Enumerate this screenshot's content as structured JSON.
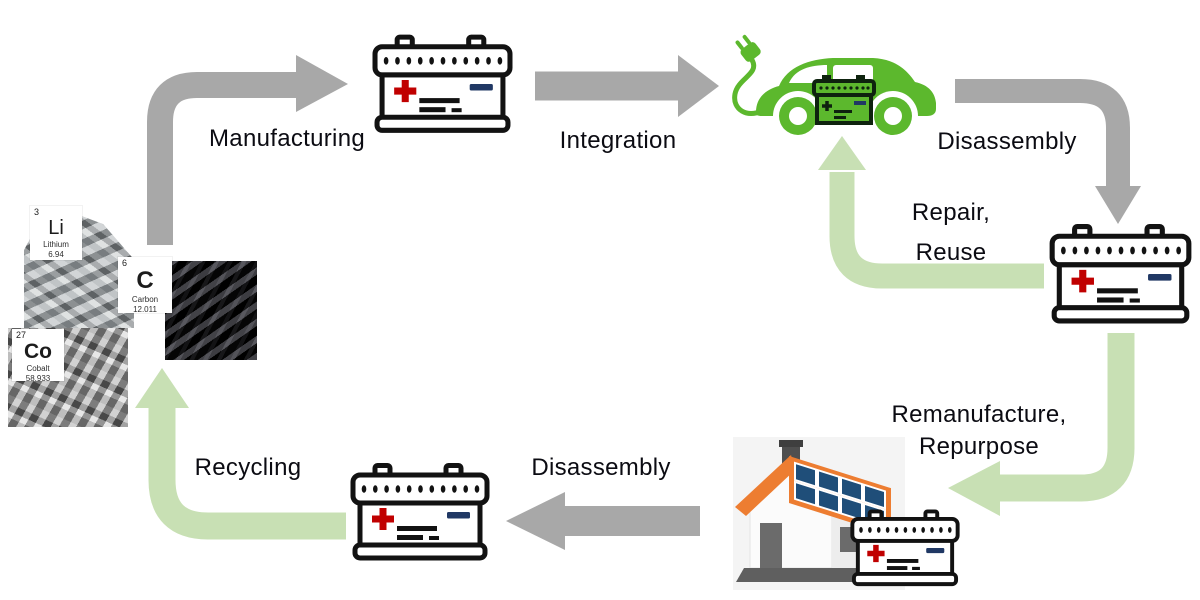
{
  "diagram": {
    "subject": "lithium-ion battery life cycle",
    "nodes": [
      "raw-materials",
      "battery",
      "electric-vehicle",
      "used-battery",
      "solar-house-second-life",
      "end-of-life-battery"
    ]
  },
  "labels": {
    "manufacturing": "Manufacturing",
    "integration": "Integration",
    "disassembly_top": "Disassembly",
    "repair_line1": "Repair,",
    "repair_line2": "Reuse",
    "remanufacture_line1": "Remanufacture,",
    "remanufacture_line2": "Repurpose",
    "disassembly_bottom": "Disassembly",
    "recycling": "Recycling"
  },
  "elements": [
    {
      "number": "3",
      "symbol": "Li",
      "name": "Lithium",
      "mass": "6.94"
    },
    {
      "number": "6",
      "symbol": "C",
      "name": "Carbon",
      "mass": "12.011"
    },
    {
      "number": "27",
      "symbol": "Co",
      "name": "Cobalt",
      "mass": "58.933"
    }
  ],
  "icons": {
    "battery": "car-battery-icon",
    "car": "electric-car-icon",
    "plug": "charging-plug-icon",
    "house": "solar-panel-house-icon"
  },
  "colors": {
    "arrow_gray": "#a8a8a8",
    "arrow_green": "#c8e0b4",
    "car_green": "#5cb82d",
    "car_battery_dark": "#0e230e",
    "roof_orange": "#ed7d31",
    "panel_blue": "#1f4e79",
    "battery_outline": "#121212",
    "battery_plus_red": "#c00000",
    "battery_minus_navy": "#203864",
    "label_text": "#0b0b12"
  }
}
